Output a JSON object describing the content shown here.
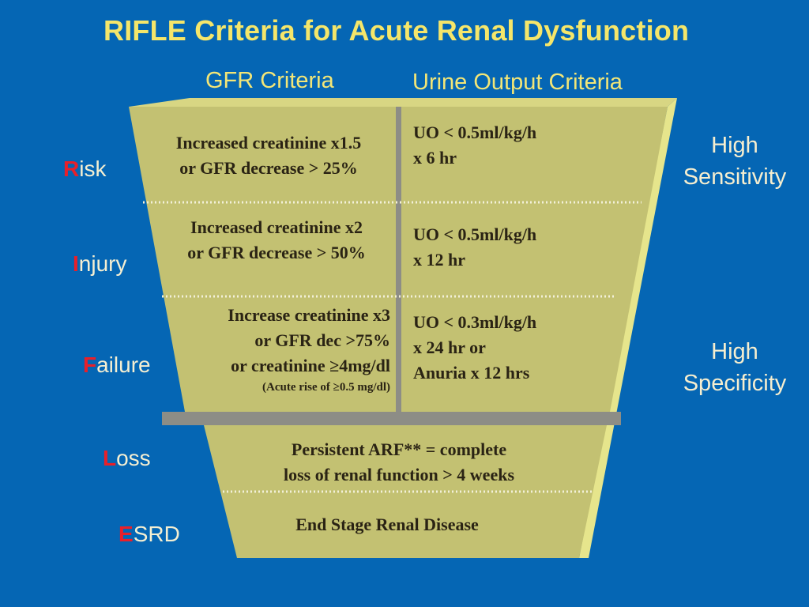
{
  "title": "RIFLE Criteria for Acute Renal Dysfunction",
  "column_headers": {
    "gfr": "GFR Criteria",
    "urine": "Urine Output Criteria"
  },
  "stages": [
    {
      "cap": "R",
      "rest": "isk"
    },
    {
      "cap": "I",
      "rest": "njury"
    },
    {
      "cap": "F",
      "rest": "ailure"
    },
    {
      "cap": "L",
      "rest": "oss"
    },
    {
      "cap": "E",
      "rest": "SRD"
    }
  ],
  "gfr_criteria": {
    "risk": [
      "Increased creatinine x1.5",
      "or GFR decrease > 25%"
    ],
    "injury": [
      "Increased creatinine x2",
      "or GFR decrease > 50%"
    ],
    "failure": [
      "Increase creatinine x3",
      "or GFR dec >75%",
      "or creatinine ≥4mg/dl",
      "(Acute rise of ≥0.5 mg/dl)"
    ]
  },
  "urine_criteria": {
    "risk": [
      "UO < 0.5ml/kg/h",
      "x 6 hr"
    ],
    "injury": [
      "UO < 0.5ml/kg/h",
      "x 12 hr"
    ],
    "failure": [
      "UO < 0.3ml/kg/h",
      "x 24 hr or",
      "Anuria x 12 hrs"
    ]
  },
  "loss_text": [
    "Persistent ARF** = complete",
    "loss of renal function > 4 weeks"
  ],
  "esrd_text": "End Stage Renal Disease",
  "right_labels": {
    "sensitivity": [
      "High",
      "Sensitivity"
    ],
    "specificity": [
      "High",
      "Specificity"
    ]
  },
  "colors": {
    "background": "#0566b4",
    "funnel_fill": "#c3c172",
    "funnel_edge": "#e6e58c",
    "divider": "#8d8d86",
    "title": "#f5e66a",
    "stage_initial": "#e8202a"
  }
}
